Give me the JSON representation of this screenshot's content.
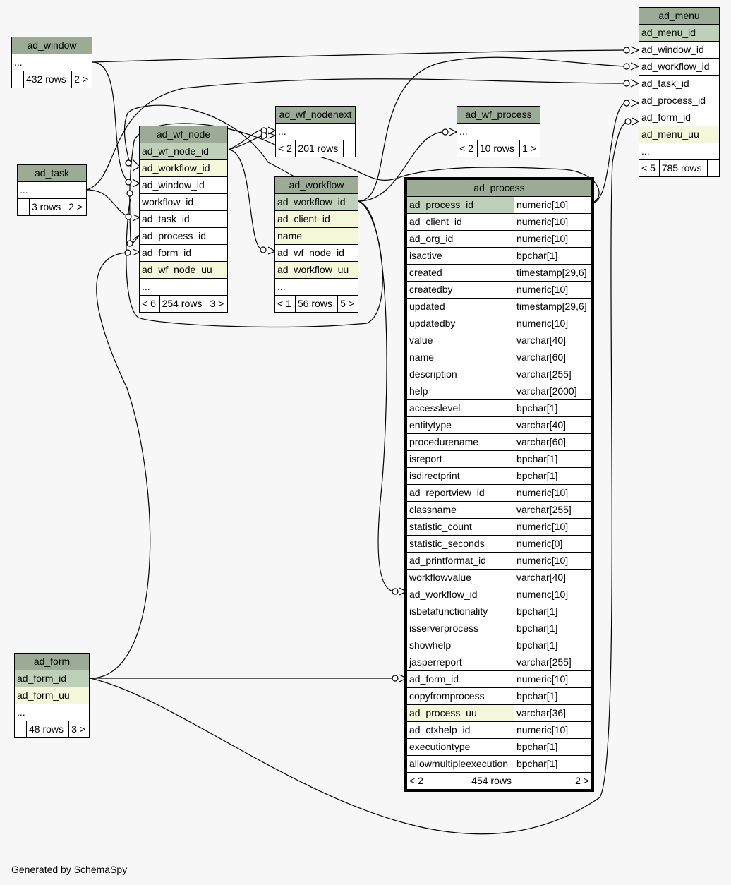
{
  "footer": "Generated by SchemaSpy",
  "ad_window": {
    "name": "ad_window",
    "ellipsis": "...",
    "rows": "432 rows",
    "children": "2 >"
  },
  "ad_task": {
    "name": "ad_task",
    "ellipsis": "...",
    "rows": "3 rows",
    "children": "2 >"
  },
  "ad_form": {
    "name": "ad_form",
    "pk": "ad_form_id",
    "uu": "ad_form_uu",
    "ellipsis": "...",
    "rows": "48 rows",
    "children": "3 >"
  },
  "ad_wf_node": {
    "name": "ad_wf_node",
    "pk": "ad_wf_node_id",
    "cols": [
      "ad_workflow_id",
      "ad_window_id",
      "workflow_id",
      "ad_task_id",
      "ad_process_id",
      "ad_form_id",
      "ad_wf_node_uu"
    ],
    "ellipsis": "...",
    "parents": "< 6",
    "rows": "254 rows",
    "children": "3 >"
  },
  "ad_wf_nodenext": {
    "name": "ad_wf_nodenext",
    "ellipsis": "...",
    "parents": "< 2",
    "rows": "201 rows"
  },
  "ad_workflow": {
    "name": "ad_workflow",
    "pk": "ad_workflow_id",
    "cols": [
      "ad_client_id",
      "name",
      "ad_wf_node_id",
      "ad_workflow_uu"
    ],
    "ellipsis": "...",
    "parents": "< 1",
    "rows": "56 rows",
    "children": "5 >"
  },
  "ad_wf_process": {
    "name": "ad_wf_process",
    "ellipsis": "...",
    "parents": "< 2",
    "rows": "10 rows",
    "children": "1 >"
  },
  "ad_menu": {
    "name": "ad_menu",
    "pk": "ad_menu_id",
    "cols": [
      "ad_window_id",
      "ad_workflow_id",
      "ad_task_id",
      "ad_process_id",
      "ad_form_id",
      "ad_menu_uu"
    ],
    "ellipsis": "...",
    "parents": "< 5",
    "rows": "785 rows"
  },
  "ad_process": {
    "name": "ad_process",
    "columns": [
      [
        "ad_process_id",
        "numeric[10]"
      ],
      [
        "ad_client_id",
        "numeric[10]"
      ],
      [
        "ad_org_id",
        "numeric[10]"
      ],
      [
        "isactive",
        "bpchar[1]"
      ],
      [
        "created",
        "timestamp[29,6]"
      ],
      [
        "createdby",
        "numeric[10]"
      ],
      [
        "updated",
        "timestamp[29,6]"
      ],
      [
        "updatedby",
        "numeric[10]"
      ],
      [
        "value",
        "varchar[40]"
      ],
      [
        "name",
        "varchar[60]"
      ],
      [
        "description",
        "varchar[255]"
      ],
      [
        "help",
        "varchar[2000]"
      ],
      [
        "accesslevel",
        "bpchar[1]"
      ],
      [
        "entitytype",
        "varchar[40]"
      ],
      [
        "procedurename",
        "varchar[60]"
      ],
      [
        "isreport",
        "bpchar[1]"
      ],
      [
        "isdirectprint",
        "bpchar[1]"
      ],
      [
        "ad_reportview_id",
        "numeric[10]"
      ],
      [
        "classname",
        "varchar[255]"
      ],
      [
        "statistic_count",
        "numeric[10]"
      ],
      [
        "statistic_seconds",
        "numeric[0]"
      ],
      [
        "ad_printformat_id",
        "numeric[10]"
      ],
      [
        "workflowvalue",
        "varchar[40]"
      ],
      [
        "ad_workflow_id",
        "numeric[10]"
      ],
      [
        "isbetafunctionality",
        "bpchar[1]"
      ],
      [
        "isserverprocess",
        "bpchar[1]"
      ],
      [
        "showhelp",
        "bpchar[1]"
      ],
      [
        "jasperreport",
        "varchar[255]"
      ],
      [
        "ad_form_id",
        "numeric[10]"
      ],
      [
        "copyfromprocess",
        "bpchar[1]"
      ],
      [
        "ad_process_uu",
        "varchar[36]"
      ],
      [
        "ad_ctxhelp_id",
        "numeric[10]"
      ],
      [
        "executiontype",
        "bpchar[1]"
      ],
      [
        "allowmultipleexecution",
        "bpchar[1]"
      ]
    ],
    "parents": "< 2",
    "rows": "454 rows",
    "children": "2 >"
  }
}
